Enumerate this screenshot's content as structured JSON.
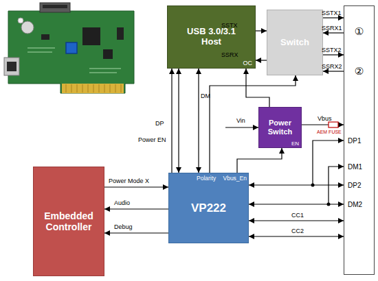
{
  "diagram": {
    "nodes": [
      {
        "text": [
          "USB 3.0/3.1 Host",
          "OC"
        ]
      },
      {
        "text": [
          "Switch"
        ]
      },
      {
        "text": [
          "①",
          "②",
          "DP1",
          "DM1",
          "DP2",
          "DM2"
        ]
      },
      {
        "text": [
          "Power Switch",
          "EN"
        ]
      },
      {
        "text": [
          "Embedded Controller"
        ]
      },
      {
        "text": [
          "Polarity",
          "Vbus_En",
          "VP222"
        ]
      }
    ],
    "edges": [
      {
        "from": 0,
        "to": 1,
        "label": "SSTX",
        "arrow": "to"
      },
      {
        "from": 1,
        "to": 0,
        "label": "SSRX",
        "arrow": "to"
      },
      {
        "from": 1,
        "to": 2,
        "label": "SSTX1",
        "arrow": "to"
      },
      {
        "from": 2,
        "to": 1,
        "label": "SSRX1",
        "arrow": "to"
      },
      {
        "from": 1,
        "to": 2,
        "label": "SSTX2",
        "arrow": "to"
      },
      {
        "from": 2,
        "to": 1,
        "label": "SSRX2",
        "arrow": "to"
      },
      {
        "from": 5,
        "to": 0,
        "label": "Power EN",
        "arrow": "to"
      },
      {
        "from": 0,
        "to": 5,
        "label": "DP",
        "arrow": "both"
      },
      {
        "from": 0,
        "to": 5,
        "label": "DM",
        "arrow": "both"
      },
      {
        "from": 5,
        "to": 1,
        "arrow": "to"
      },
      {
        "from": 5,
        "to": 3,
        "arrow": "to"
      },
      {
        "from": 3,
        "to": 0,
        "arrow": "to"
      },
      {
        "from": 3,
        "to": 2,
        "label": "Vbus",
        "arrow": "to"
      },
      {
        "from": 5,
        "to": 2,
        "arrow": "both"
      },
      {
        "from": 5,
        "to": 2,
        "arrow": "both"
      },
      {
        "from": 5,
        "to": 2,
        "label": "CC1",
        "arrow": "both"
      },
      {
        "from": 5,
        "to": 2,
        "label": "CC2",
        "arrow": "both"
      },
      {
        "from": 4,
        "to": 5,
        "label": "Power Mode X",
        "arrow": "to"
      },
      {
        "from": 5,
        "to": 4,
        "label": "Audio",
        "arrow": "to"
      },
      {
        "from": 5,
        "to": 4,
        "label": "Debug",
        "arrow": "to"
      }
    ],
    "labels": [
      "Vin",
      "AEM FUSE"
    ]
  }
}
